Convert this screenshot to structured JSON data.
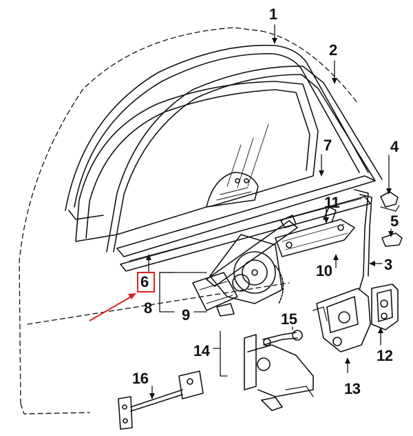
{
  "callouts": {
    "c1": "1",
    "c2": "2",
    "c3": "3",
    "c4": "4",
    "c5": "5",
    "c6": "6",
    "c7": "7",
    "c8": "8",
    "c9": "9",
    "c10": "10",
    "c11": "11",
    "c12": "12",
    "c13": "13",
    "c14": "14",
    "c15": "15",
    "c16": "16"
  },
  "highlight": {
    "part": "6",
    "color": "#e02020"
  },
  "colors": {
    "ink": "#111111",
    "highlight": "#e02020"
  }
}
